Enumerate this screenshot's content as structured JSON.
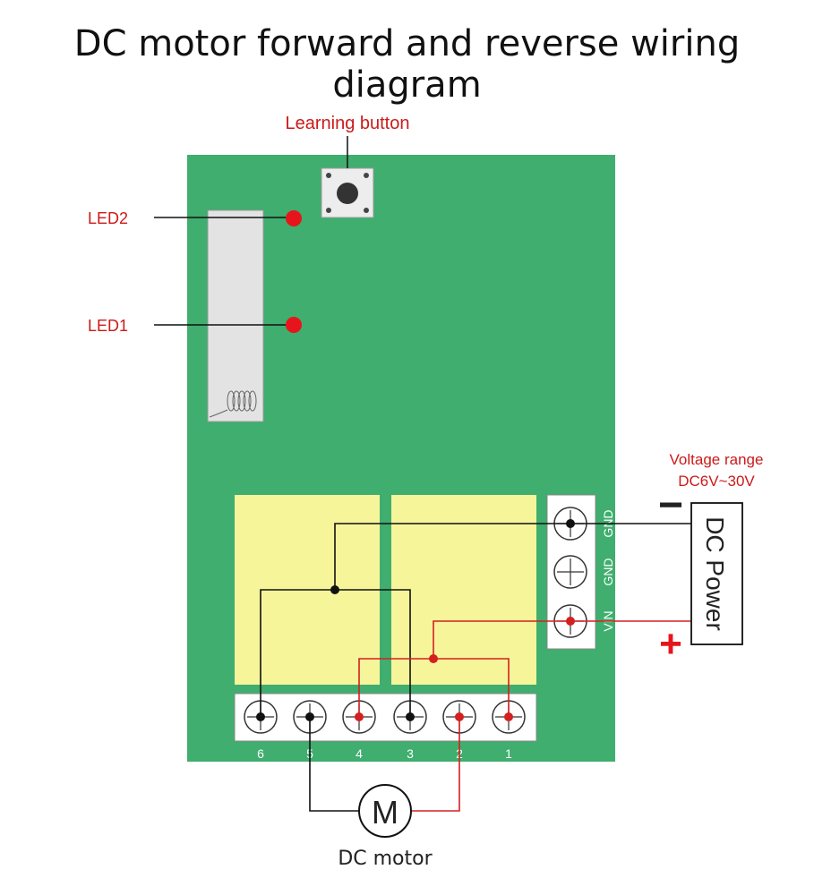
{
  "title": "DC motor forward and reverse wiring diagram",
  "labels": {
    "learning_button": "Learning button",
    "led2": "LED2",
    "led1": "LED1",
    "voltage_line1": "Voltage range",
    "voltage_line2": "DC6V~30V",
    "power_minus": "−",
    "power_plus": "+",
    "dc_power": "DC Power",
    "motor_symbol": "M",
    "motor_caption": "DC motor"
  },
  "power_terminals": [
    "GND",
    "GND",
    "VIN"
  ],
  "output_terminals": [
    "6",
    "5",
    "4",
    "3",
    "2",
    "1"
  ],
  "colors": {
    "board": "#3fae6e",
    "relay": "#f7f59a",
    "wire_red": "#d42020",
    "wire_black": "#111111",
    "label_red": "#cc1a1a"
  }
}
